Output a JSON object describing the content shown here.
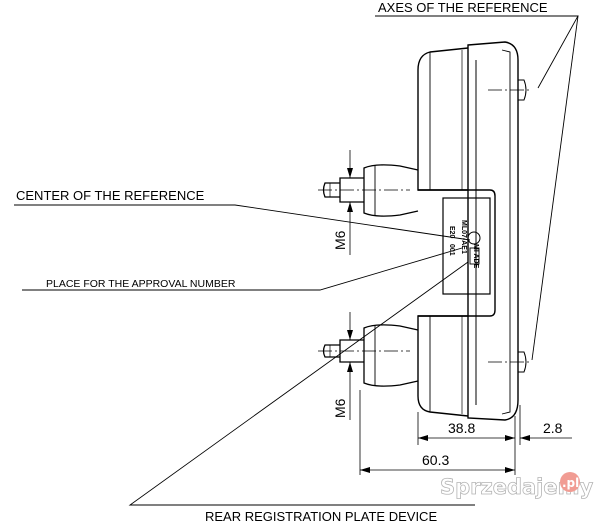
{
  "labels": {
    "axes": "AXES OF THE REFERENCE",
    "center": "CENTER OF THE REFERENCE",
    "approval": "PLACE FOR THE APPROVAL NUMBER",
    "device": "REAR REGISTRATION PLATE DEVICE",
    "thread_upper": "M6",
    "thread_lower": "M6"
  },
  "dimensions": {
    "depth_body": "38.8",
    "depth_total": "60.3",
    "edge_offset": "2.8"
  },
  "marking": {
    "line1": "MI ADE",
    "line2": "ML07-AE1",
    "line3": "E20",
    "line4": "001"
  },
  "watermark": {
    "brand": "Sprzedajemy",
    "tld": ".pl"
  }
}
